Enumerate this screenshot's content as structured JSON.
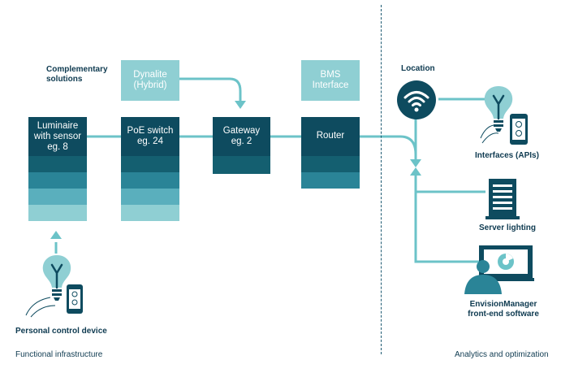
{
  "complementary": {
    "line1": "Complementary",
    "line2": "solutions"
  },
  "dynalite": {
    "line1": "Dynalite",
    "line2": "(Hybrid)"
  },
  "bms": {
    "line1": "BMS",
    "line2": "Interface"
  },
  "luminaire": {
    "line1": "Luminaire",
    "line2": "with sensor",
    "line3": "eg. 8"
  },
  "poe": {
    "line1": "PoE switch",
    "line2": "eg. 24"
  },
  "gateway": {
    "line1": "Gateway",
    "line2": "eg. 2"
  },
  "router": {
    "label": "Router"
  },
  "location": {
    "label": "Location"
  },
  "interfaces": {
    "label": "Interfaces (APIs)"
  },
  "server": {
    "label": "Server lighting"
  },
  "envision": {
    "line1": "EnvisionManager",
    "line2": "front-end software"
  },
  "personal": {
    "label": "Personal control device"
  },
  "footer": {
    "left": "Functional infrastructure",
    "right": "Analytics and optimization"
  },
  "colors": {
    "dark": "#0e4b5f",
    "teal": "#6cc3c8",
    "pale": "#8fcfd3",
    "text": "#0e3a50"
  }
}
